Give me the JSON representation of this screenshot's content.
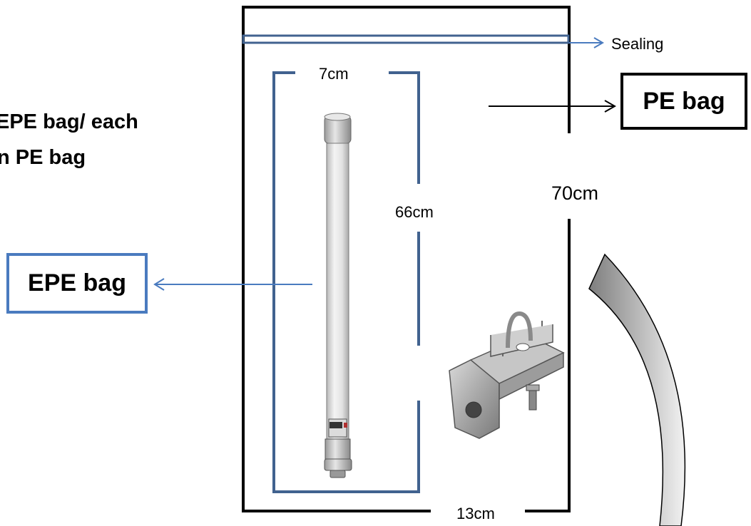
{
  "heading": {
    "line1": "EPE bag/ each",
    "line2": "n PE bag"
  },
  "labels": {
    "sealing": "Sealing",
    "pe_bag": "PE bag",
    "epe_bag": "EPE bag",
    "width_epe": "7cm",
    "height_epe": "66cm",
    "height_pe": "70cm",
    "width_pe": "13cm"
  },
  "colors": {
    "blue": "#41628f",
    "light_blue": "#4a7bbf",
    "black": "#000000",
    "grey_arrow": "#8a8a8a"
  },
  "icons": [
    "antenna-image",
    "mounting-bracket-image",
    "curved-arrow-icon"
  ]
}
